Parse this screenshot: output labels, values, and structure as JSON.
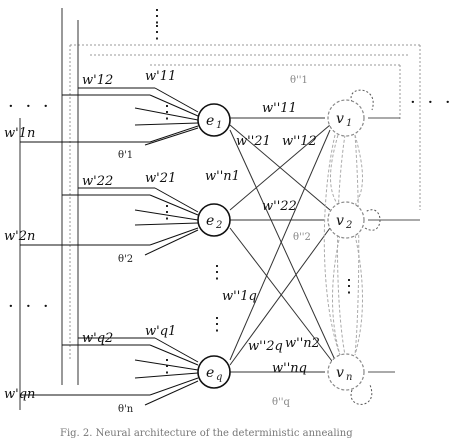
{
  "neurons_e": [
    {
      "id": "e1",
      "base": "e",
      "sub": "1"
    },
    {
      "id": "e2",
      "base": "e",
      "sub": "2"
    },
    {
      "id": "eq",
      "base": "e",
      "sub": "q"
    }
  ],
  "neurons_v": [
    {
      "id": "v1",
      "base": "v",
      "sub": "1"
    },
    {
      "id": "v2",
      "base": "v",
      "sub": "2"
    },
    {
      "id": "vn",
      "base": "v",
      "sub": "n"
    }
  ],
  "input_weights": {
    "w1n": "w'1n",
    "w12": "w'12",
    "w11": "w'11",
    "w2n": "w'2n",
    "w22": "w'22",
    "w21": "w'21",
    "wqn": "w'qn",
    "wq2": "w'q2",
    "wq1": "w'q1"
  },
  "thresholds_e": {
    "t1": "θ'1",
    "t2": "θ'2",
    "tq": "θ'n"
  },
  "hidden_weights": {
    "w11": "w''11",
    "w21": "w''21",
    "w12": "w''12",
    "wn1": "w''n1",
    "w22": "w''22",
    "w1q": "w''1q",
    "w2q": "w''2q",
    "wn2": "w''n2",
    "wnq": "w''nq"
  },
  "thresholds_v": {
    "t1": "θ''1",
    "t2": "θ''2",
    "tq": "θ''q"
  },
  "ellipsis_h": "· · ·",
  "ellipsis_v": "⋮",
  "caption": "Fig. 2.  Neural architecture of the deterministic annealing"
}
